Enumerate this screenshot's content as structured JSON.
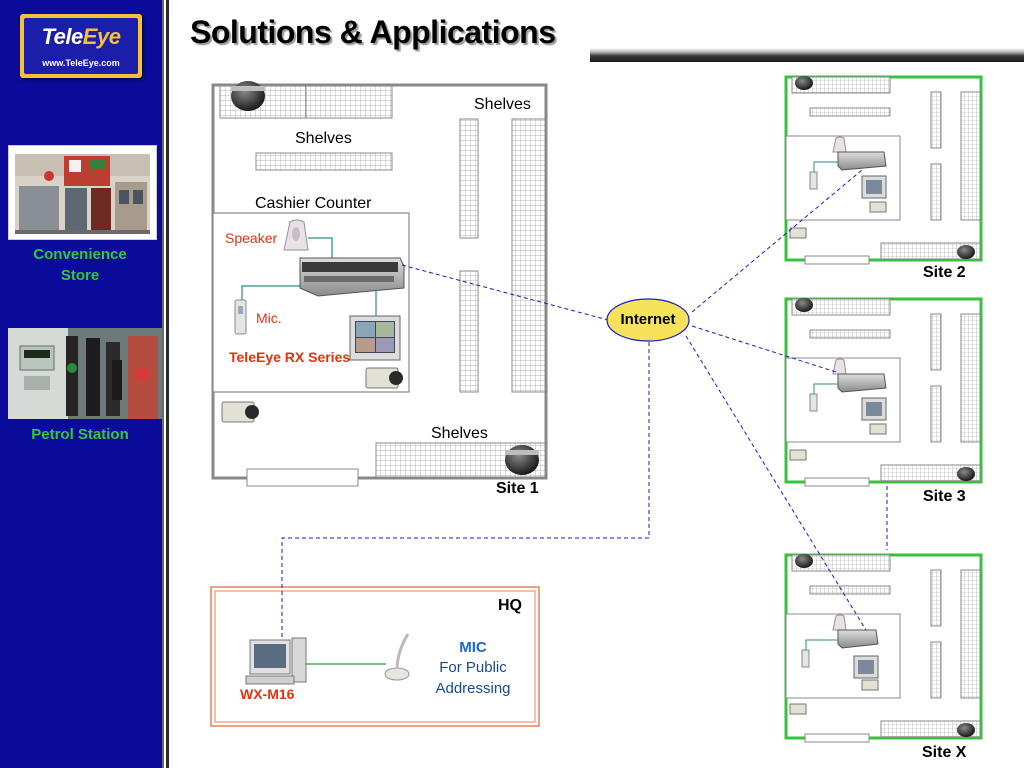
{
  "title": "Solutions & Applications",
  "logo": {
    "brand_tele": "Tele",
    "brand_eye": "Eye",
    "url": "www.TeleEye.com"
  },
  "sidebar": {
    "items": [
      {
        "label": "Convenience\nStore"
      },
      {
        "label": "Petrol Station"
      }
    ]
  },
  "site1": {
    "shelves_top": "Shelves",
    "shelves_left": "Shelves",
    "cashier_counter": "Cashier Counter",
    "speaker": "Speaker",
    "mic": "Mic.",
    "rx_series": "TeleEye RX Series",
    "shelves_bottom": "Shelves",
    "name": "Site 1"
  },
  "sites": {
    "site2": "Site 2",
    "site3": "Site 3",
    "sitex": "Site X"
  },
  "internet": "Internet",
  "hq": {
    "name": "HQ",
    "mic_title": "MIC",
    "mic_line1": "For Public",
    "mic_line2": "Addressing",
    "device": "WX-M16"
  },
  "colors": {
    "sidebar": "#0a0b9a",
    "logo_gold": "#f3c23a",
    "side_label": "#2fc93b",
    "site_border_green": "#2fc93b",
    "hq_border": "#e8805a",
    "link_dashed": "#1a1acc",
    "internet_fill": "#f5e15a",
    "red_label": "#e33210",
    "blue_label": "#1a66cc"
  }
}
